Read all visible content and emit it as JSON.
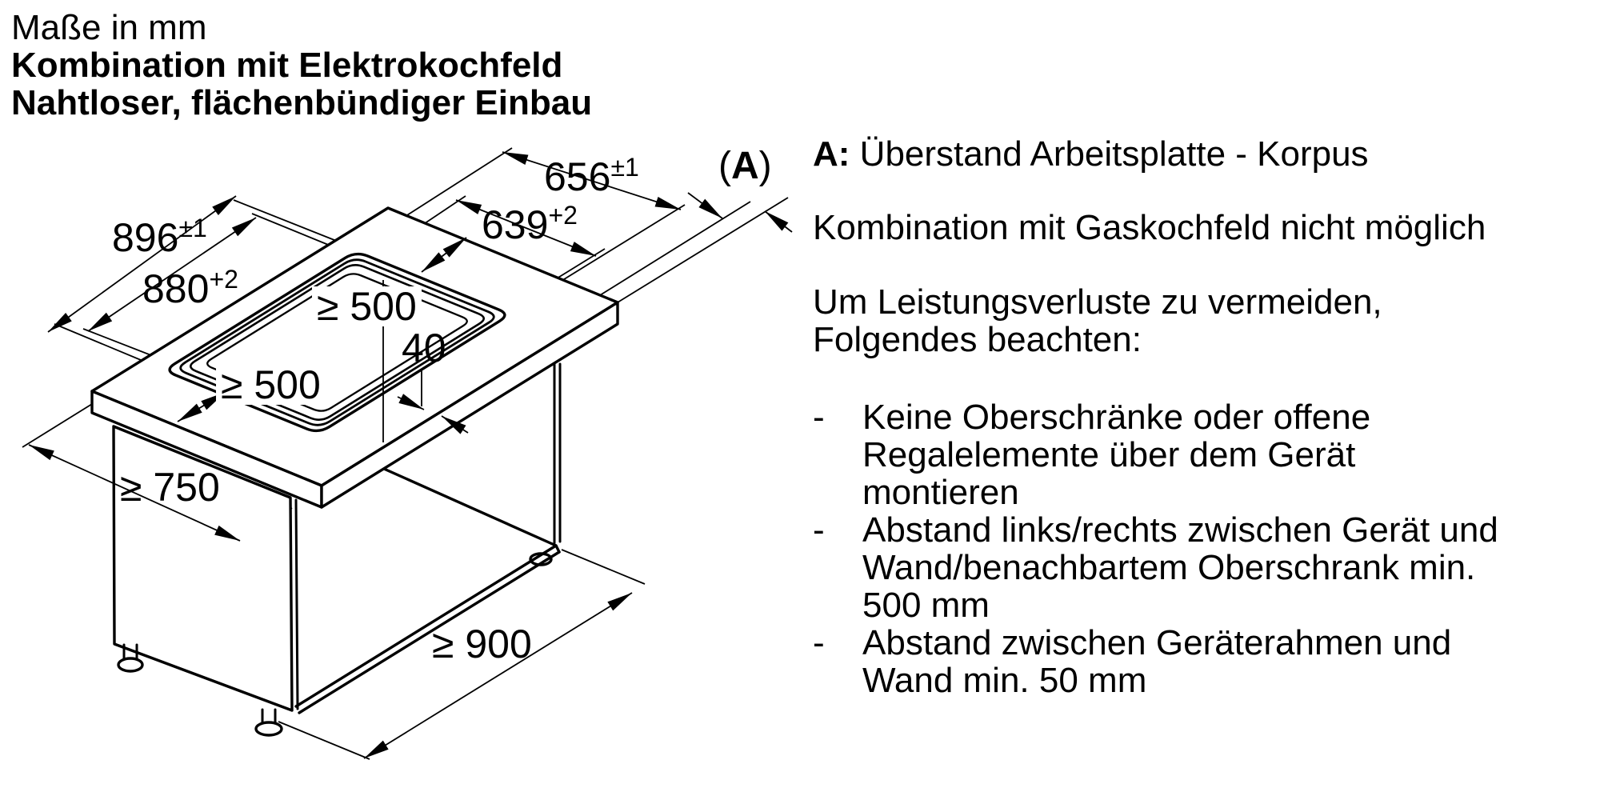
{
  "header": {
    "line1": "Maße in mm",
    "line2": "Kombination mit Elektrokochfeld",
    "line3": "Nahtloser, flächenbündiger Einbau"
  },
  "drawing": {
    "type": "isometric installation drawing",
    "subject": "worktop with flush-mounted cooktop cutout on base cabinet",
    "dimensions": {
      "d896": {
        "value": "896",
        "tol": "±1"
      },
      "d880": {
        "value": "880",
        "tol": "+2"
      },
      "d656": {
        "value": "656",
        "tol": "±1"
      },
      "d639": {
        "value": "639",
        "tol": "+2"
      },
      "d500_top": "≥ 500",
      "d500_left": "≥ 500",
      "d40": "40",
      "d750": "≥ 750",
      "d900": "≥ 900",
      "overhang": {
        "open": "(",
        "letter": "A",
        "close": ")"
      }
    }
  },
  "notes": {
    "legend_key": "A:",
    "legend_text": " Überstand Arbeitsplatte - Korpus",
    "para1": "Kombination mit Gaskochfeld nicht möglich",
    "para2_line1": "Um Leistungsverluste zu vermeiden,",
    "para2_line2": "Folgendes beachten:",
    "bullet_char": "-",
    "b1_l1": "Keine Oberschränke oder offene",
    "b1_l2": "Regalelemente über dem Gerät",
    "b1_l3": "montieren",
    "b2_l1": "Abstand links/rechts zwischen Gerät und",
    "b2_l2": "Wand/benachbartem Oberschrank min.",
    "b2_l3": "500 mm",
    "b3_l1": "Abstand zwischen Geräterahmen und",
    "b3_l2": "Wand min. 50 mm"
  },
  "colors": {
    "line": "#000000",
    "background": "#ffffff",
    "text": "#000000"
  }
}
